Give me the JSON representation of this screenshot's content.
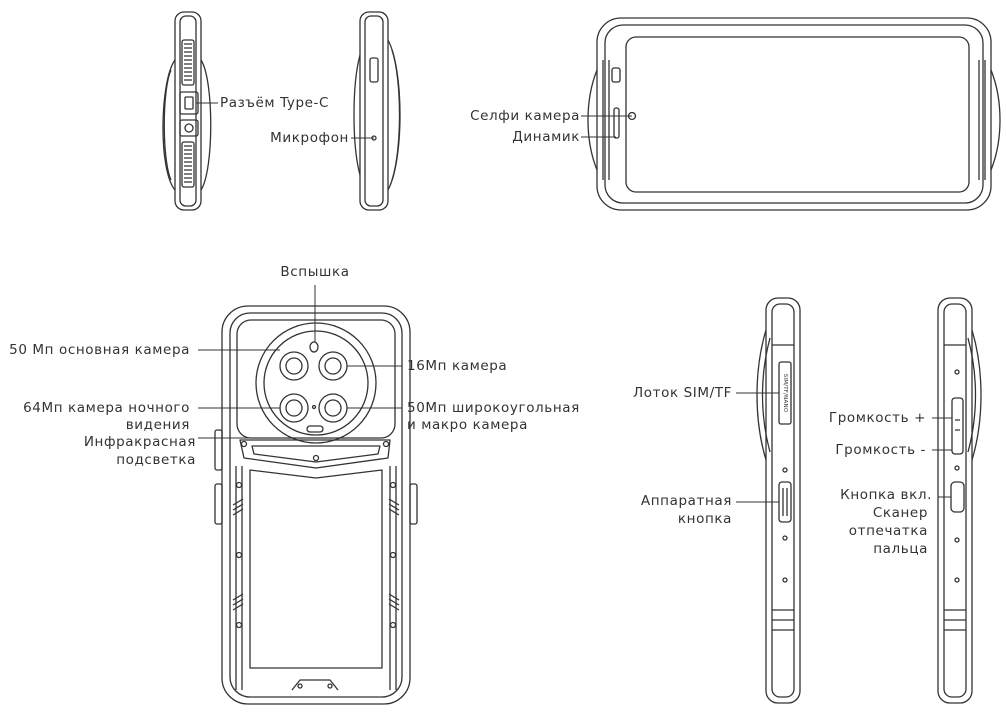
{
  "labels": {
    "type_c": "Разъём Type-C",
    "microphone": "Микрофон",
    "selfie_camera": "Селфи камера",
    "speaker": "Динамик",
    "flash": "Вспышка",
    "main_camera": "50 Мп основная камера",
    "camera_16": "16Мп камера",
    "night_camera_1": "64Мп камера ночного",
    "night_camera_2": "видения",
    "wide_camera_1": "50Мп широкоугольная",
    "wide_camera_2": "и макро камера",
    "ir_1": "Инфракрасная",
    "ir_2": "подсветка",
    "sim_tray": "Лоток SIM/TF",
    "hw_button_1": "Аппаратная",
    "hw_button_2": "кнопка",
    "volume_up": "Громкость +",
    "volume_down": "Громкость -",
    "power_1": "Кнопка вкл.",
    "power_2": "Сканер",
    "power_3": "отпечатка",
    "power_4": "пальца"
  },
  "tray_marking": "SIM/TF/NANO"
}
